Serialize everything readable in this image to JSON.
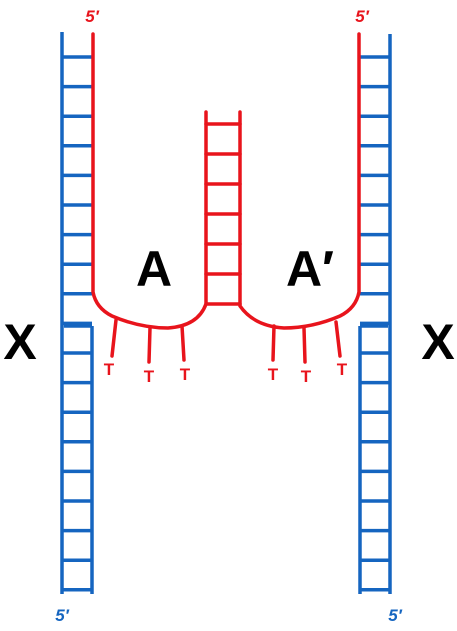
{
  "colors": {
    "blue_strand": "#1565c0",
    "red_strand": "#e8141c",
    "text": "#000000"
  },
  "labels": {
    "five_prime_top_left": "5′",
    "five_prime_top_right": "5′",
    "five_prime_bottom_left": "5′",
    "five_prime_bottom_right": "5′",
    "arm_left": "A",
    "arm_right": "A′",
    "crossing_left": "X",
    "crossing_right": "X",
    "thymine": "T"
  }
}
